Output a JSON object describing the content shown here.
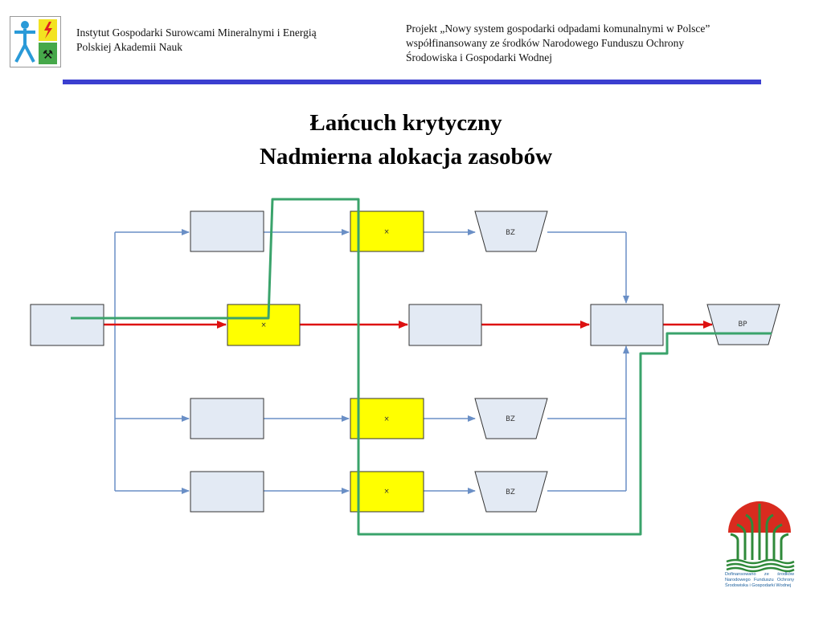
{
  "header": {
    "institute_line1": "Instytut Gospodarki Surowcami Mineralnymi i Energią",
    "institute_line2": "Polskiej Akademii Nauk",
    "project_line1": "Projekt „Nowy system gospodarki odpadami komunalnymi w Polsce”",
    "project_line2": "współfinansowany ze środków Narodowego Funduszu Ochrony",
    "project_line3": "Środowiska i Gospodarki Wodnej"
  },
  "slide": {
    "title_line1": "Łańcuch krytyczny",
    "title_line2": "Nadmierna alokacja zasobów"
  },
  "diagram": {
    "task_mark": "×",
    "feeding_buffer_label": "BZ",
    "project_buffer_label": "BP",
    "colors": {
      "task_fill": "#e3eaf4",
      "overloaded_fill": "#ffff00",
      "flow_line": "#6a8fc6",
      "critical_chain": "#dd1111",
      "resource_line": "#3aa36b",
      "box_border": "#333333"
    }
  },
  "footer": {
    "funding_text": "Dofinansowano ze środków Narodowego Funduszu Ochrony Środowiska i Gospodarki Wodnej"
  },
  "colors": {
    "rule": "#3b3fd0",
    "logo_red": "#d92b1f",
    "logo_green": "#2f8a3a"
  }
}
